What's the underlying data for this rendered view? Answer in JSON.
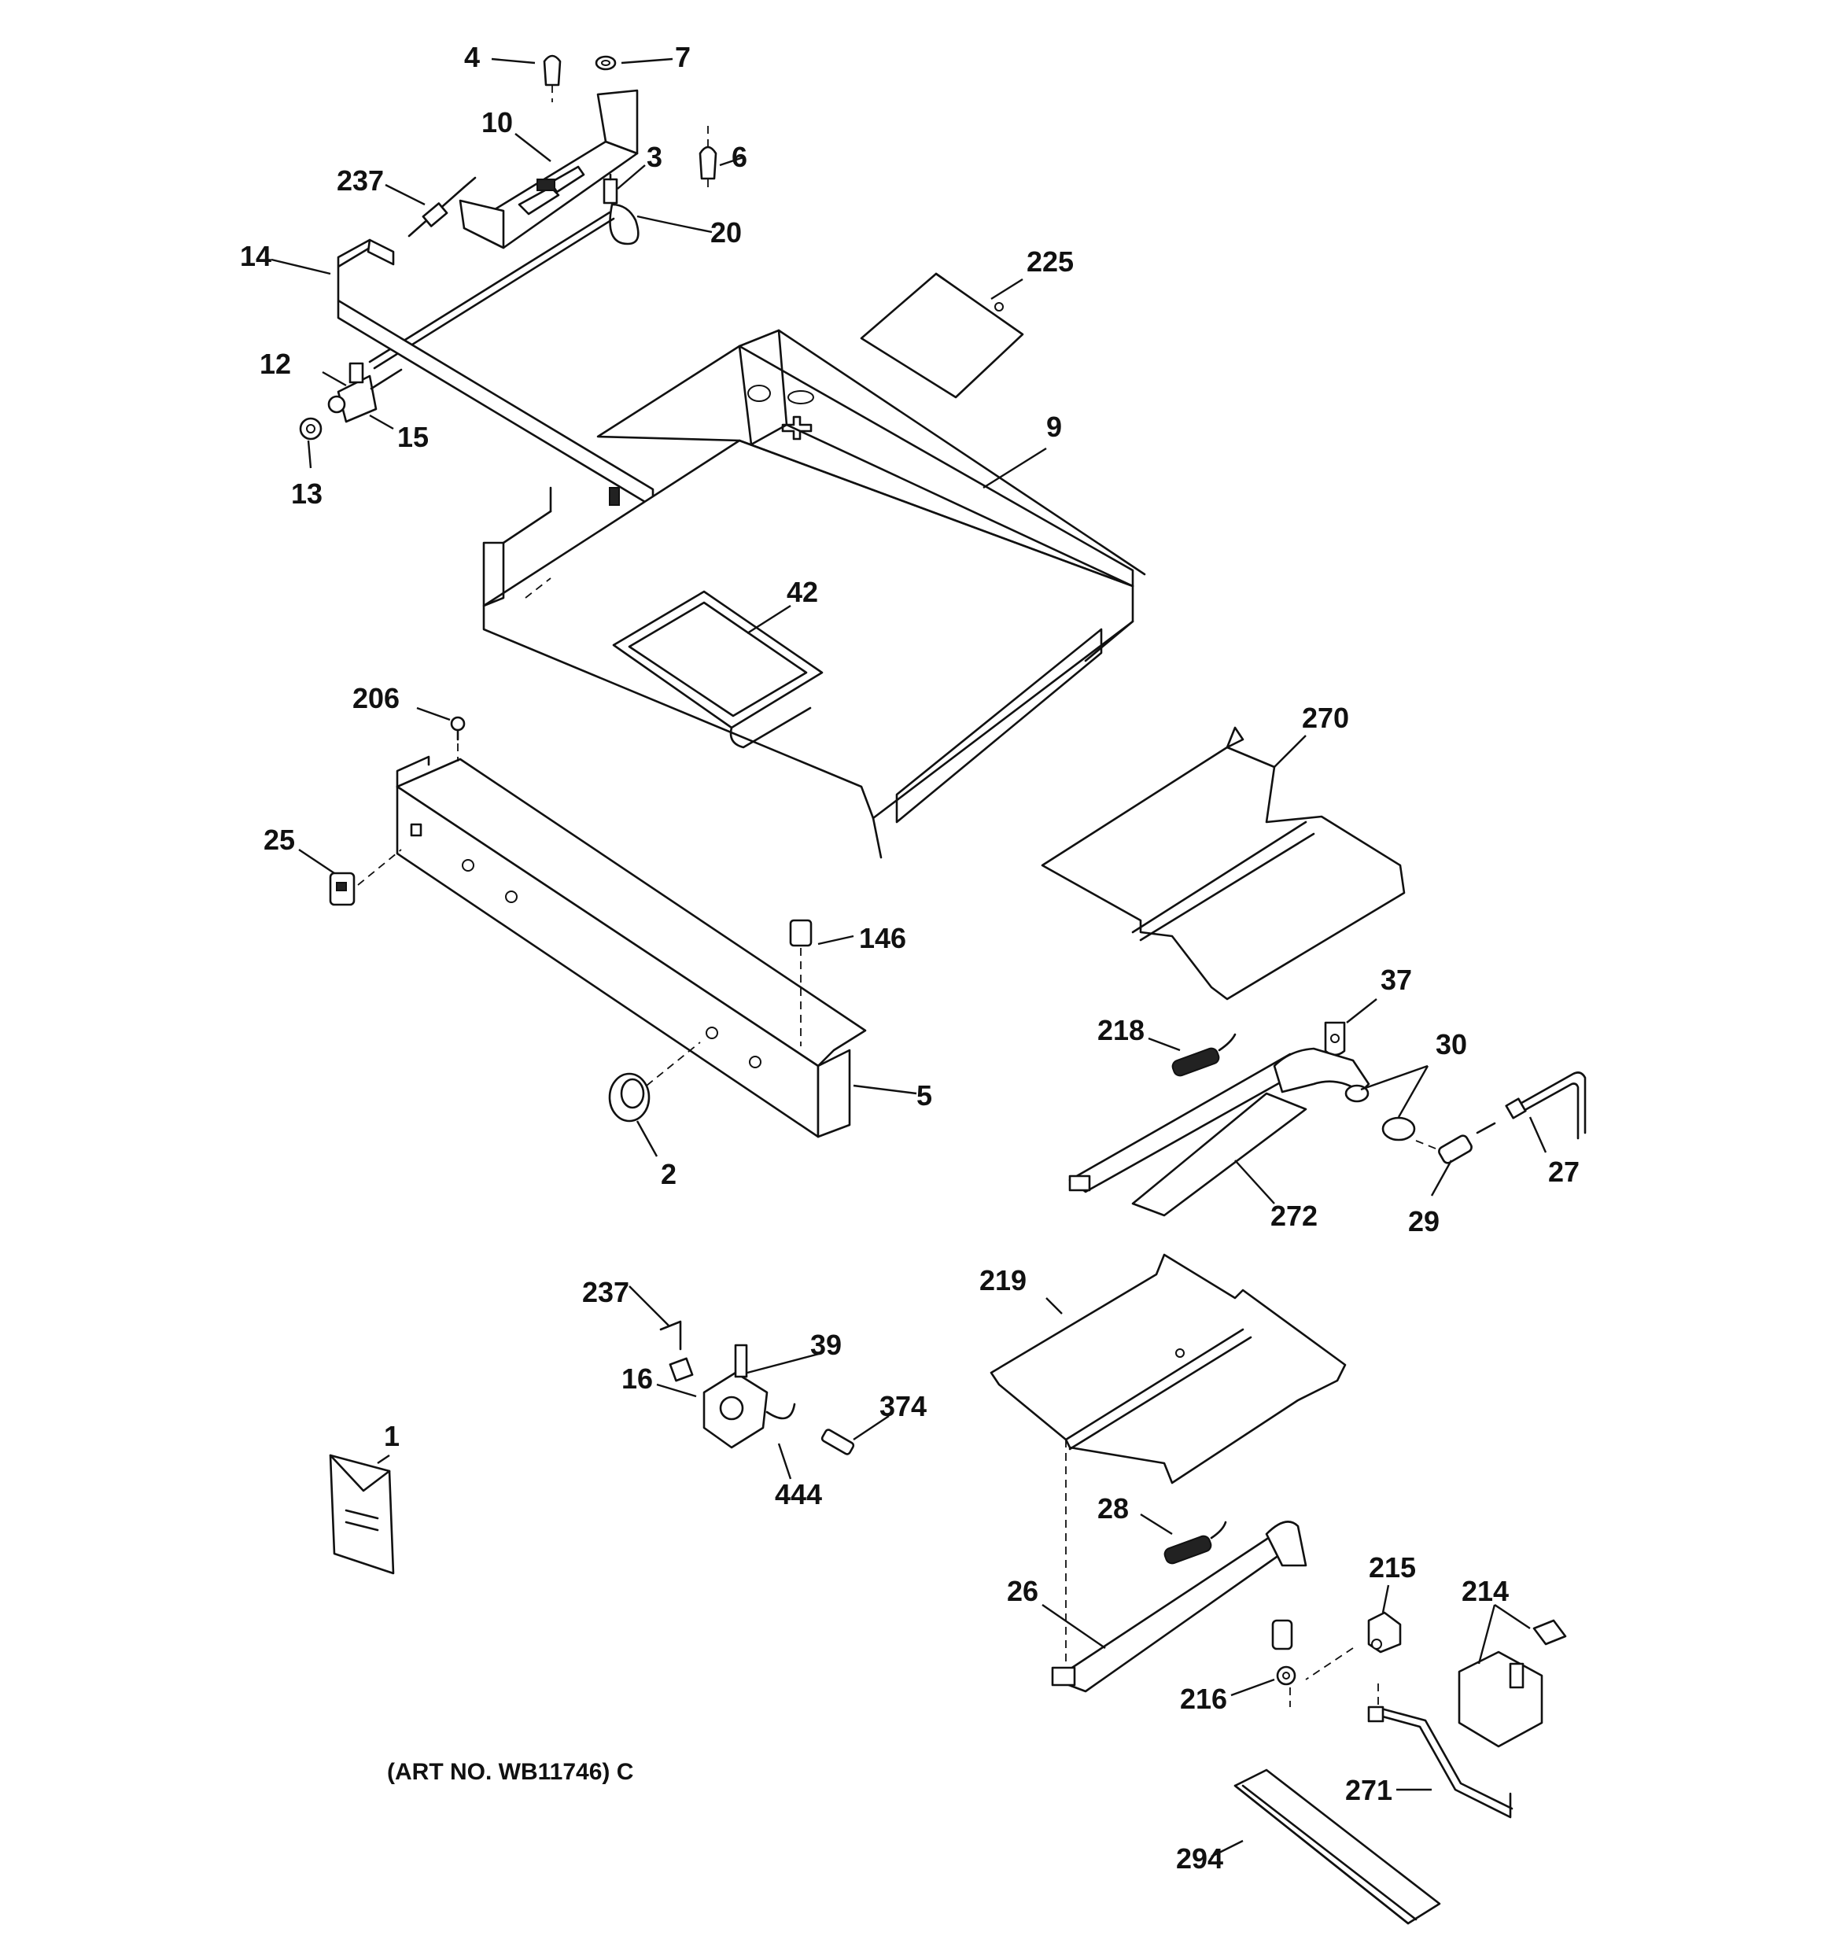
{
  "callouts": {
    "c1": "1",
    "c2": "2",
    "c3": "3",
    "c4": "4",
    "c5": "5",
    "c6": "6",
    "c7": "7",
    "c9": "9",
    "c10": "10",
    "c12": "12",
    "c13": "13",
    "c14": "14",
    "c15": "15",
    "c16": "16",
    "c20": "20",
    "c25": "25",
    "c26": "26",
    "c27": "27",
    "c28": "28",
    "c29": "29",
    "c30": "30",
    "c37": "37",
    "c39": "39",
    "c42": "42",
    "c146": "146",
    "c206": "206",
    "c214": "214",
    "c215": "215",
    "c216": "216",
    "c218": "218",
    "c219": "219",
    "c225": "225",
    "c237a": "237",
    "c237b": "237",
    "c270": "270",
    "c271": "271",
    "c272": "272",
    "c294": "294",
    "c374": "374",
    "c444": "444"
  },
  "art_number": "(ART NO. WB11746) C"
}
